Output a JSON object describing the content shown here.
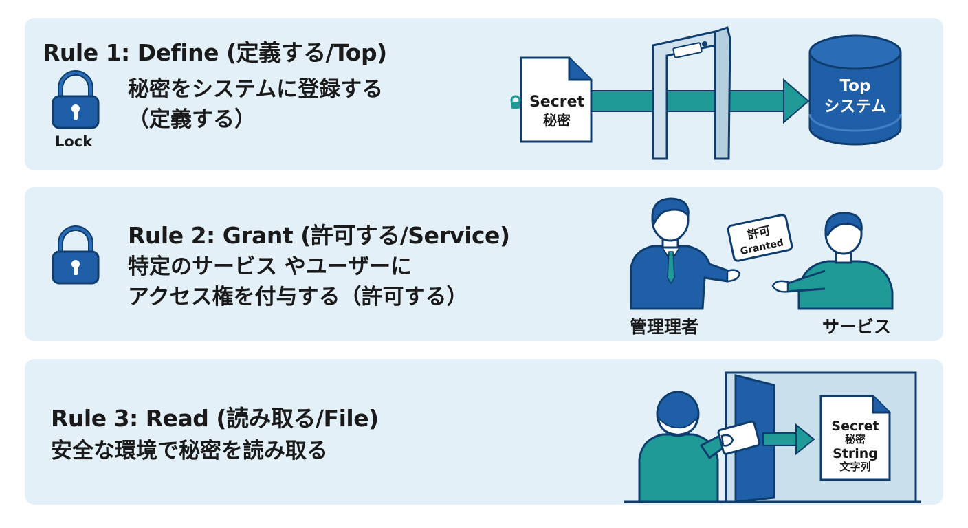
{
  "rule1": {
    "title": "Rule 1: Define (定義する/Top)",
    "body_line1": "秘密をシステムに登録する",
    "body_line2": "（定義する）",
    "lock_label": "Lock",
    "doc_line1": "Secret",
    "doc_line2": "秘密",
    "db_line1": "Top",
    "db_line2": "システム"
  },
  "rule2": {
    "title": "Rule 2: Grant (許可する/Service)",
    "body_line1": "特定のサービス やユーザーに",
    "body_line2": "アクセス権を付与する（許可する）",
    "card_line1": "許可",
    "card_line2": "Granted",
    "admin_label": "管理理者",
    "service_label": "サービス"
  },
  "rule3": {
    "title": "Rule 3: Read (読み取る/File)",
    "body_line1": "安全な環境で秘密を読み取る",
    "doc_line1": "Secret",
    "doc_line2": "秘密",
    "doc_line3": "String",
    "doc_line4": "文字列"
  },
  "colors": {
    "panel_bg": "#e3f0f8",
    "blue": "#1f5fa8",
    "teal": "#1f9a96",
    "outline": "#0f3d6e"
  }
}
